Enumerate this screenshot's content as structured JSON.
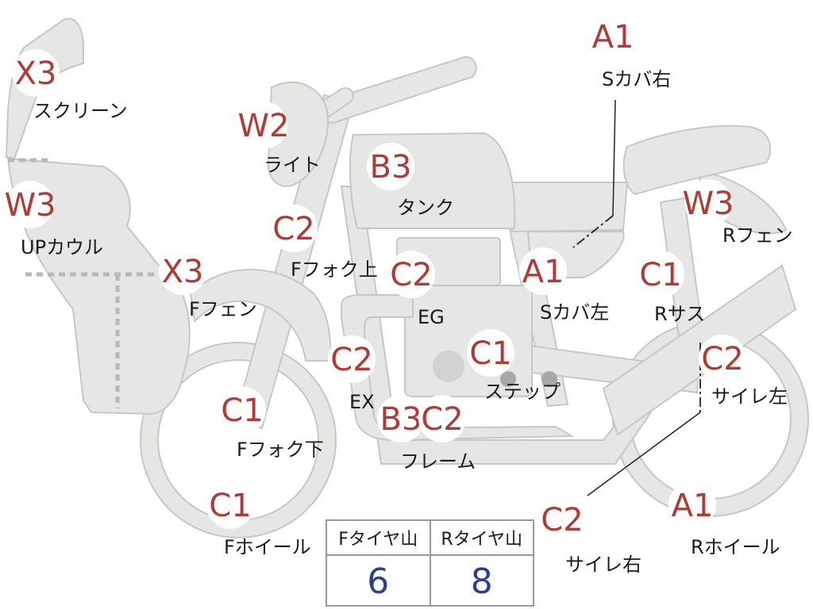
{
  "parts": [
    {
      "id": "x3-screen",
      "code": "X3",
      "label": "スクリーン"
    },
    {
      "id": "w3-upcowl",
      "code": "W3",
      "label": "UPカウル"
    },
    {
      "id": "x3-ffender",
      "code": "X3",
      "label": "Fフェン"
    },
    {
      "id": "w2-light",
      "code": "W2",
      "label": "ライト"
    },
    {
      "id": "c2-ffork-upper",
      "code": "C2",
      "label": "Fフォク上"
    },
    {
      "id": "c1-ffork-lower",
      "code": "C1",
      "label": "Fフォク下"
    },
    {
      "id": "c1-fwheel",
      "code": "C1",
      "label": "Fホイール"
    },
    {
      "id": "b3-tank",
      "code": "B3",
      "label": "タンク"
    },
    {
      "id": "c2-eg",
      "code": "C2",
      "label": "EG"
    },
    {
      "id": "c2-ex",
      "code": "C2",
      "label": "EX"
    },
    {
      "id": "b3-frame",
      "code": "B3",
      "label": ""
    },
    {
      "id": "c2-frame",
      "code": "C2",
      "label": "フレーム"
    },
    {
      "id": "c1-step",
      "code": "C1",
      "label": "ステップ"
    },
    {
      "id": "a1-scover-right",
      "code": "A1",
      "label": "Sカバ右"
    },
    {
      "id": "a1-scover-left",
      "code": "A1",
      "label": "Sカバ左"
    },
    {
      "id": "w3-rfender",
      "code": "W3",
      "label": "Rフェン"
    },
    {
      "id": "c1-rsus",
      "code": "C1",
      "label": "Rサス"
    },
    {
      "id": "c2-muffler-left",
      "code": "C2",
      "label": "サイレ左"
    },
    {
      "id": "c2-muffler-right",
      "code": "C2",
      "label": "サイレ右"
    },
    {
      "id": "a1-rwheel",
      "code": "A1",
      "label": "Rホイール"
    }
  ],
  "tire_table": {
    "headers": [
      "Fタイヤ山",
      "Rタイヤ山"
    ],
    "values": [
      "6",
      "8"
    ]
  },
  "colors": {
    "badge_text": "#b03a36",
    "value_text": "#2d3e8f",
    "body_fill": "#e6e6e4"
  }
}
